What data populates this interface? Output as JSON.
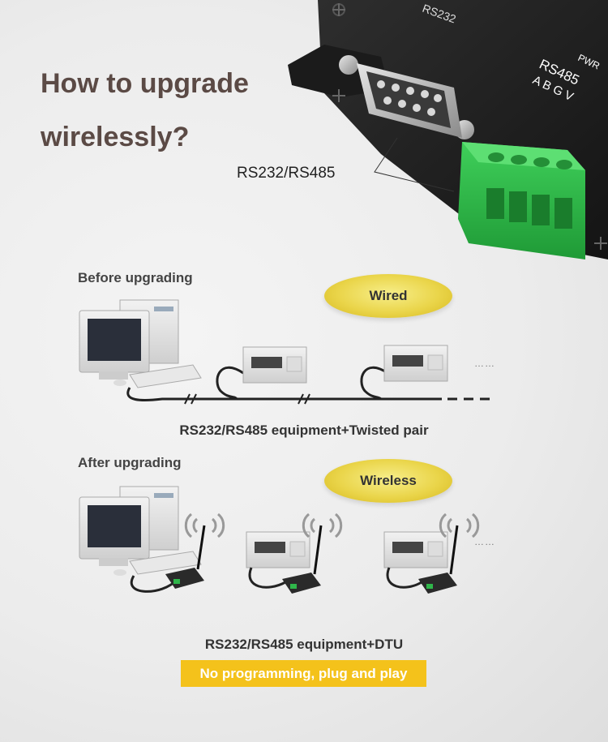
{
  "headline": {
    "line1": "How to upgrade",
    "line2": "wirelessly?"
  },
  "device": {
    "port_label": "RS232/RS485",
    "rs232_print": "RS232",
    "pwr_print": "PWR",
    "rs485_print": "RS485",
    "terminal_print": "A  B  G  V"
  },
  "before": {
    "title": "Before upgrading",
    "badge": "Wired",
    "caption": "RS232/RS485 equipment+Twisted pair",
    "dots": "……"
  },
  "after": {
    "title": "After upgrading",
    "badge": "Wireless",
    "caption": "RS232/RS485 equipment+DTU",
    "dots": "……"
  },
  "tagline": "No programming, plug and play",
  "colors": {
    "headline": "#5b4a45",
    "badge": "#ead54a",
    "tagline_bg": "#f4c21b",
    "terminal_green": "#2fb64a",
    "device_body": "#222222"
  }
}
